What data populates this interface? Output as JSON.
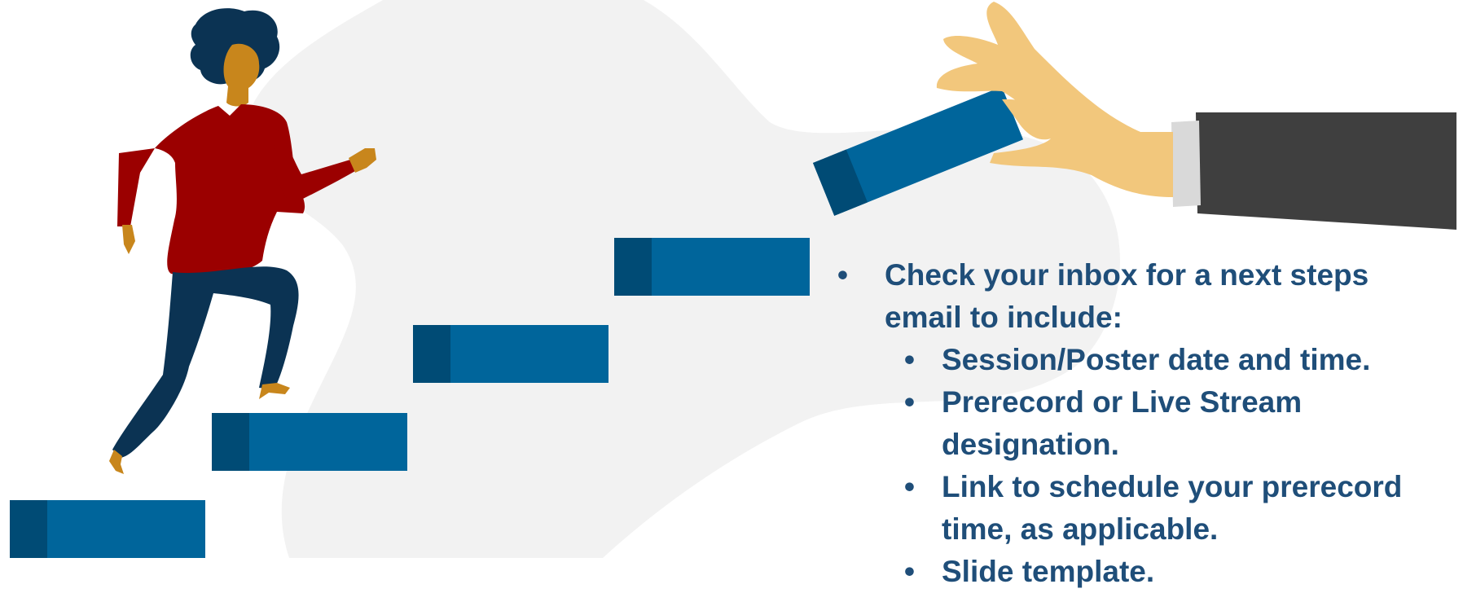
{
  "next_steps": {
    "intro": "Check your inbox for a next steps email to include:",
    "items": [
      "Session/Poster date and time.",
      "Prerecord or Live Stream designation.",
      "Link to schedule your prerecord time, as applicable.",
      "Slide template."
    ]
  },
  "colors": {
    "text": "#1f4e79",
    "step_main": "#00659b",
    "step_dark": "#004b75",
    "shirt": "#9b0000",
    "pants": "#0b3353",
    "skin": "#c8861c",
    "hair": "#0b3353",
    "hand": "#f2c77c",
    "sleeve": "#3f3f3f",
    "cuff": "#d9d9d9",
    "blob": "#f2f2f2"
  },
  "icons": [
    "person-climbing-illustration",
    "hand-placing-step-illustration"
  ]
}
